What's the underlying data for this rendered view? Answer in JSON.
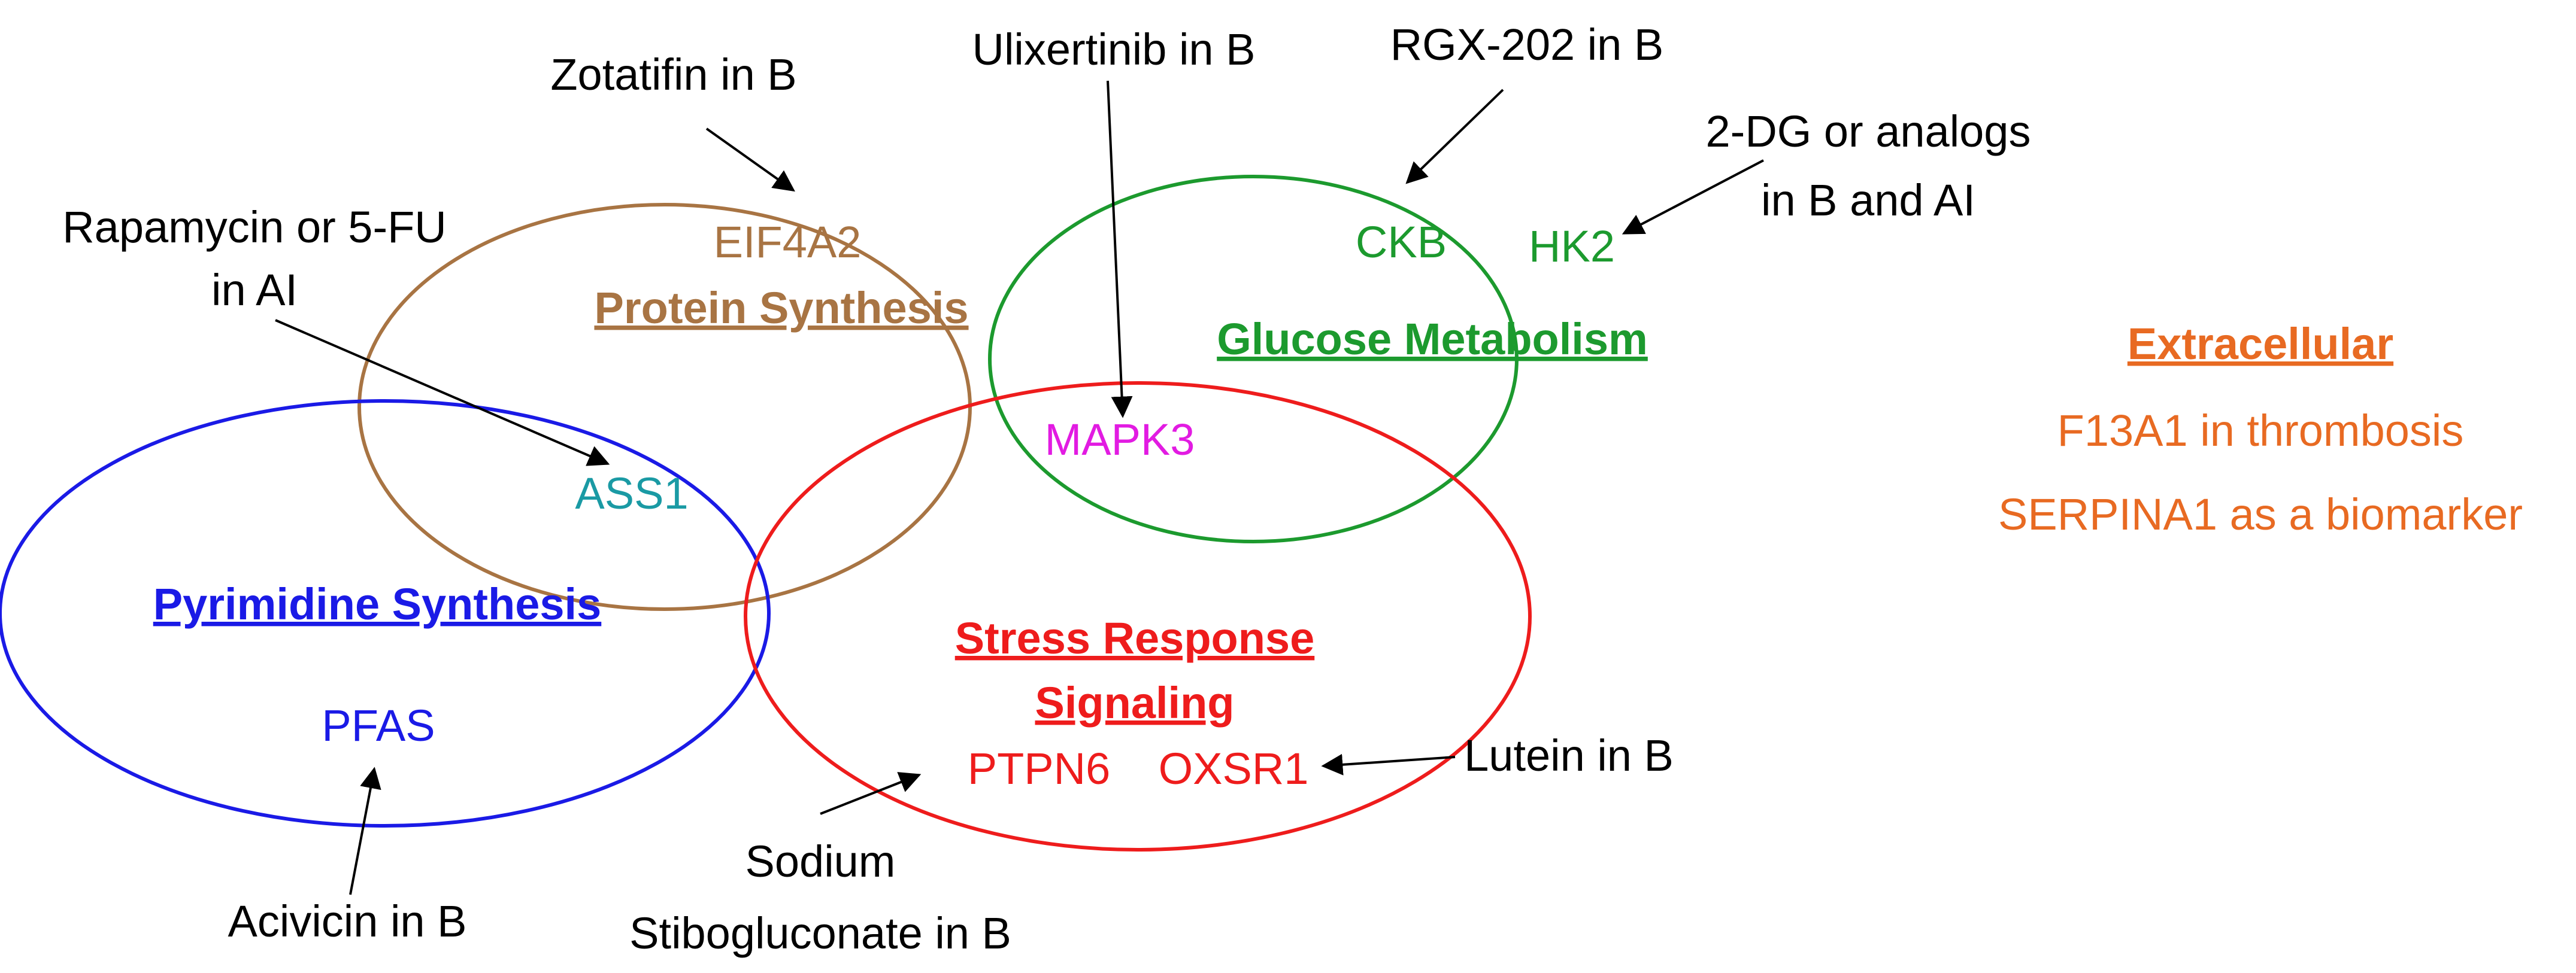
{
  "colors": {
    "protein": "#A87443",
    "glucose": "#1C9A2E",
    "pyrimidine": "#1A1AE6",
    "stress": "#EE1C1C",
    "mapk3": "#E21BE2",
    "ass1": "#1A9AA4",
    "extracellular": "#E86A22",
    "text": "#000000"
  },
  "categories": {
    "protein": "Protein Synthesis",
    "glucose": "Glucose Metabolism",
    "pyrimidine": "Pyrimidine Synthesis",
    "stress_line1": "Stress Response",
    "stress_line2": "Signaling",
    "extracellular": "Extracellular"
  },
  "genes": {
    "eif4a2": "EIF4A2",
    "ckb": "CKB",
    "hk2": "HK2",
    "mapk3": "MAPK3",
    "ass1": "ASS1",
    "pfas": "PFAS",
    "ptpn6": "PTPN6",
    "oxsr1": "OXSR1"
  },
  "drugs": {
    "zotatifin": "Zotatifin in B",
    "ulixertinib": "Ulixertinib in B",
    "rgx202": "RGX-202 in B",
    "twodg_line1": "2-DG  or analogs",
    "twodg_line2": "in B and AI",
    "rapamycin_line1": "Rapamycin or 5-FU",
    "rapamycin_line2": "in AI",
    "acivicin": "Acivicin in  B",
    "sodium_line1": "Sodium",
    "sodium_line2": "Stibogluconate in  B",
    "lutein": "Lutein in B"
  },
  "extracellular": {
    "f13a1": "F13A1 in thrombosis",
    "serpina1": "SERPINA1 as a biomarker"
  }
}
